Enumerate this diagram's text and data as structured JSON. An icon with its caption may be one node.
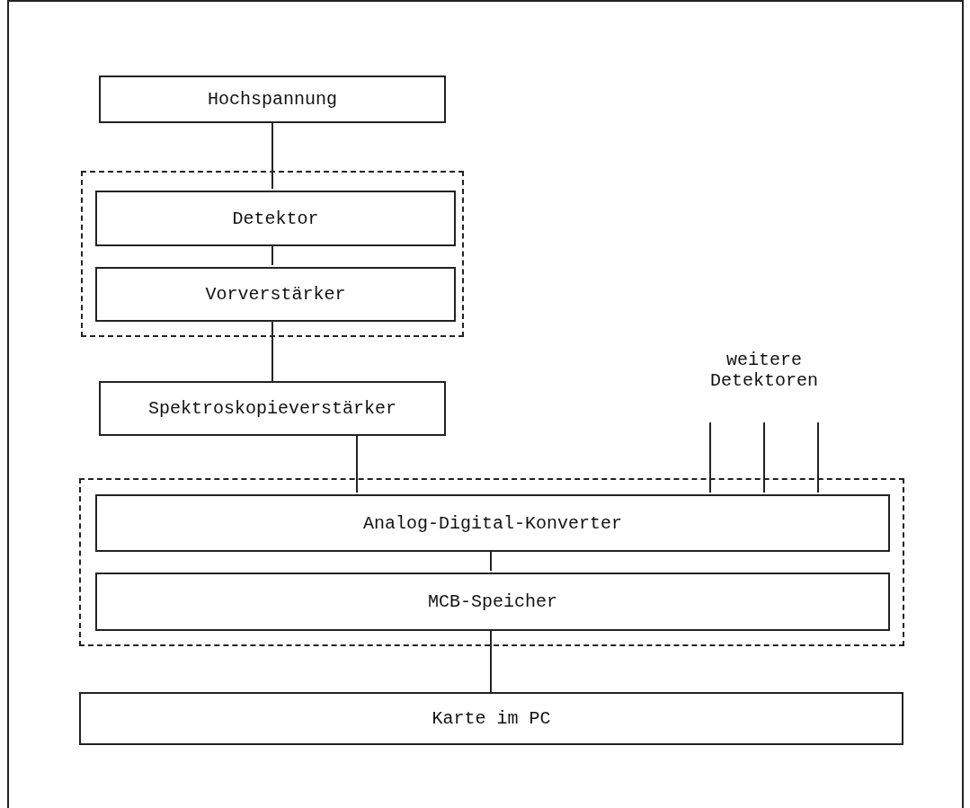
{
  "diagram": {
    "nodes": [
      {
        "text": [
          "Hochspannung"
        ]
      },
      {
        "text": [],
        "shape": "box"
      },
      {
        "text": [
          "Detektor"
        ],
        "in": 1
      },
      {
        "text": [
          "Vorverstärker"
        ],
        "in": 1
      },
      {
        "text": [
          "Spektroskopieverstärker"
        ]
      },
      {
        "text": [],
        "shape": "box"
      },
      {
        "text": [
          "Analog-Digital-Konverter"
        ],
        "in": 5
      },
      {
        "text": [
          "MCB-Speicher"
        ],
        "in": 5
      },
      {
        "text": [
          "Karte im PC"
        ]
      },
      {
        "text": [
          "weitere Detektoren"
        ]
      }
    ],
    "edges": [
      {
        "from": 0,
        "to": 2,
        "arrow": "none"
      },
      {
        "from": 2,
        "to": 3,
        "arrow": "none"
      },
      {
        "from": 3,
        "to": 4,
        "arrow": "none"
      },
      {
        "from": 4,
        "to": 6,
        "arrow": "none"
      },
      {
        "from": 6,
        "to": 7,
        "arrow": "none"
      },
      {
        "from": 7,
        "to": 8,
        "arrow": "none"
      },
      {
        "from": 9,
        "to": 6,
        "arrow": "none"
      },
      {
        "from": 9,
        "to": 6,
        "arrow": "none"
      },
      {
        "from": 9,
        "to": 6,
        "arrow": "none"
      }
    ]
  }
}
